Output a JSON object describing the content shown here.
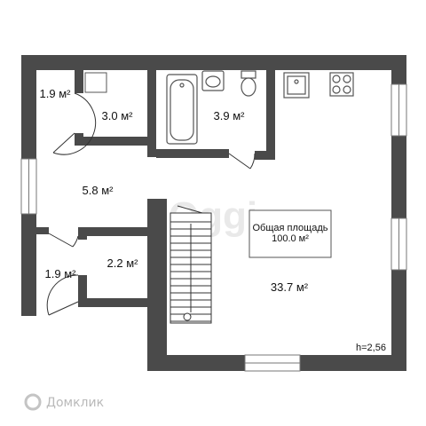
{
  "rooms": [
    {
      "id": "wc-top",
      "area": "1.9 м²"
    },
    {
      "id": "closet-top",
      "area": "3.0 м²"
    },
    {
      "id": "bathroom",
      "area": "3.9 м²"
    },
    {
      "id": "hall",
      "area": "5.8 м²"
    },
    {
      "id": "wc-bottom",
      "area": "1.9 м²"
    },
    {
      "id": "closet-bottom",
      "area": "2.2 м²"
    },
    {
      "id": "living-kitchen",
      "area": "33.7 м²"
    }
  ],
  "summary": {
    "title": "Общая площадь",
    "value": "100.0 м²"
  },
  "ceiling_height": "h=2,56",
  "watermark": "Домклик",
  "watermark_center": "Oggi",
  "colors": {
    "wall": "#4a4a4a",
    "fixture": "#666666"
  }
}
